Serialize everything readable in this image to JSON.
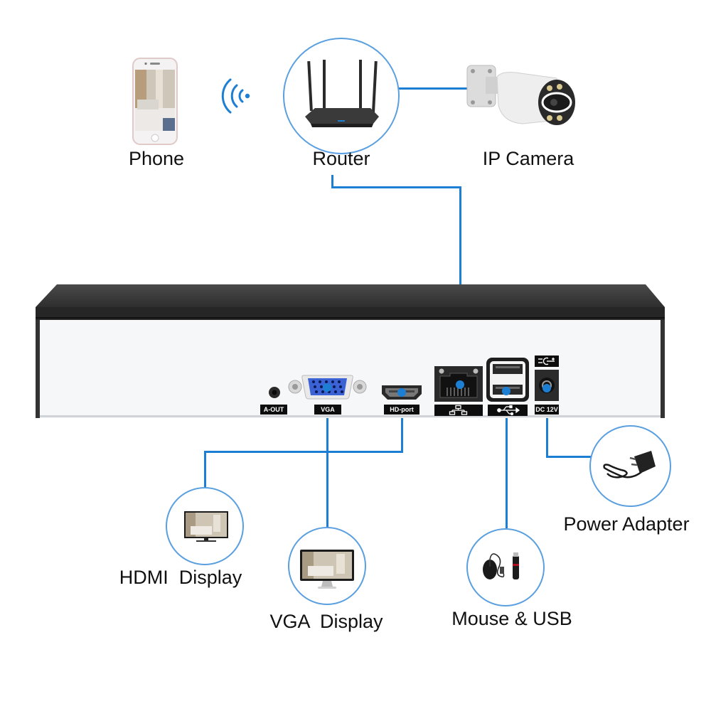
{
  "diagram": {
    "title": "NVR connection diagram",
    "wire_color": "#1d7fd4",
    "circle_color": "#5a9fe0",
    "devices": {
      "phone": {
        "label": "Phone",
        "icon": "smartphone-icon"
      },
      "wifi": {
        "icon": "wifi-signal-icon"
      },
      "router": {
        "label": "Router",
        "icon": "router-icon"
      },
      "ip_camera": {
        "label": "IP Camera",
        "icon": "bullet-camera-icon"
      },
      "hdmi_display": {
        "label": "HDMI  Display",
        "icon": "tv-monitor-icon"
      },
      "vga_display": {
        "label": "VGA  Display",
        "icon": "desktop-monitor-icon"
      },
      "mouse_usb": {
        "label": "Mouse & USB",
        "icon": "mouse-usb-drive-icon"
      },
      "power_adapter": {
        "label": "Power Adapter",
        "icon": "power-adapter-icon"
      }
    },
    "nvr": {
      "ports": [
        {
          "id": "audio_out",
          "label": "A-OUT"
        },
        {
          "id": "vga",
          "label": "VGA"
        },
        {
          "id": "hdmi",
          "label": "HD-port"
        },
        {
          "id": "lan",
          "label": "",
          "icon": "network-lan-icon"
        },
        {
          "id": "usb",
          "label": "",
          "icon": "usb-symbol-icon"
        },
        {
          "id": "dc",
          "label": "DC 12V",
          "top_icon": "dc-polarity-icon"
        }
      ]
    },
    "connections": [
      {
        "from": "Phone",
        "to": "Router",
        "type": "wireless"
      },
      {
        "from": "Router",
        "to": "IP Camera",
        "type": "wired"
      },
      {
        "from": "Router",
        "to": "LAN port",
        "type": "wired"
      },
      {
        "from": "HD-port",
        "to": "HDMI Display",
        "type": "wired"
      },
      {
        "from": "VGA",
        "to": "VGA Display",
        "type": "wired"
      },
      {
        "from": "USB",
        "to": "Mouse & USB",
        "type": "wired"
      },
      {
        "from": "DC 12V",
        "to": "Power Adapter",
        "type": "wired"
      }
    ]
  }
}
